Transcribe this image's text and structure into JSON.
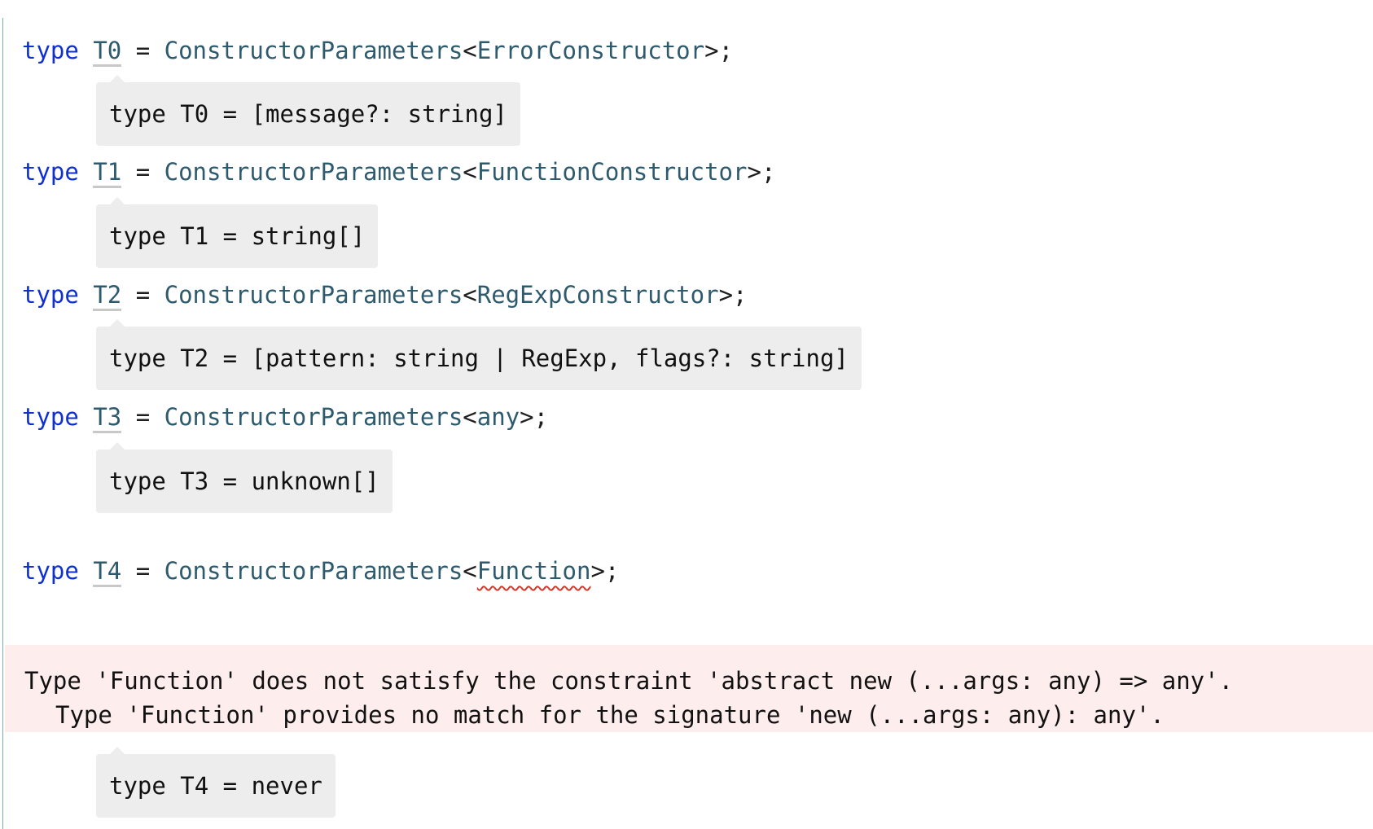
{
  "lines": [
    {
      "keyword": "type",
      "name": "T0",
      "eq": " = ",
      "generic": "ConstructorParameters",
      "lt": "<",
      "arg": "ErrorConstructor",
      "end": ">;",
      "hover": "type T0 = [message?: string]"
    },
    {
      "keyword": "type",
      "name": "T1",
      "eq": " = ",
      "generic": "ConstructorParameters",
      "lt": "<",
      "arg": "FunctionConstructor",
      "end": ">;",
      "hover": "type T1 = string[]"
    },
    {
      "keyword": "type",
      "name": "T2",
      "eq": " = ",
      "generic": "ConstructorParameters",
      "lt": "<",
      "arg": "RegExpConstructor",
      "end": ">;",
      "hover": "type T2 = [pattern: string | RegExp, flags?: string]"
    },
    {
      "keyword": "type",
      "name": "T3",
      "eq": " = ",
      "generic": "ConstructorParameters",
      "lt": "<",
      "arg": "any",
      "end": ">;",
      "hover": "type T3 = unknown[]"
    },
    {
      "keyword": "type",
      "name": "T4",
      "eq": " = ",
      "generic": "ConstructorParameters",
      "lt": "<",
      "arg": "Function",
      "end": ">;",
      "hover": "type T4 = never"
    }
  ],
  "error": {
    "line1": "Type 'Function' does not satisfy the constraint 'abstract new (...args: any) => any'.",
    "line2": "Type 'Function' provides no match for the signature 'new (...args: any): any'."
  },
  "colors": {
    "keyword": "#0f2fd0",
    "type_identifier": "#2e5a6e",
    "popup_background": "#ededed",
    "error_background": "#fdeeed",
    "error_squiggle": "#d0392b"
  }
}
